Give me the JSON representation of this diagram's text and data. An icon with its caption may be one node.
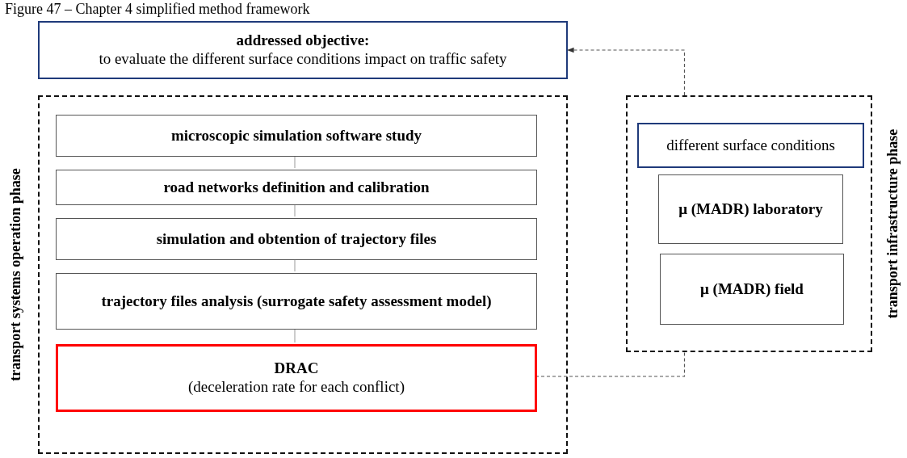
{
  "diagram": {
    "title": "Figure 47 – Chapter 4 simplified method framework",
    "nodes": [
      {
        "text": [
          "addressed objective:",
          "to evaluate the different surface conditions impact on traffic safety"
        ]
      },
      {
        "text": [
          "transport systems operation phase"
        ]
      },
      {
        "text": [
          "microscopic simulation software study"
        ],
        "in": 1
      },
      {
        "text": [
          "road networks definition and calibration"
        ],
        "in": 1
      },
      {
        "text": [
          "simulation and obtention of trajectory files"
        ],
        "in": 1
      },
      {
        "text": [
          "trajectory files analysis (surrogate safety assessment model)"
        ],
        "in": 1
      },
      {
        "text": [
          "DRAC",
          "(deceleration rate for each conflict)"
        ],
        "in": 1
      },
      {
        "text": [
          "transport infrastructure phase"
        ]
      },
      {
        "text": [
          "different surface conditions"
        ],
        "in": 7
      },
      {
        "text": [
          "μ (MADR) laboratory"
        ],
        "in": 7
      },
      {
        "text": [
          "μ (MADR) field"
        ],
        "in": 7
      }
    ],
    "edges": [
      {
        "from": 2,
        "to": 3,
        "arrow": "none"
      },
      {
        "from": 3,
        "to": 4,
        "arrow": "none"
      },
      {
        "from": 4,
        "to": 5,
        "arrow": "none"
      },
      {
        "from": 5,
        "to": 6,
        "arrow": "none"
      },
      {
        "from": 6,
        "to": 7,
        "arrow": "none",
        "style": "dashed"
      },
      {
        "from": 7,
        "to": 0,
        "arrow": "to",
        "style": "dashed"
      }
    ]
  }
}
